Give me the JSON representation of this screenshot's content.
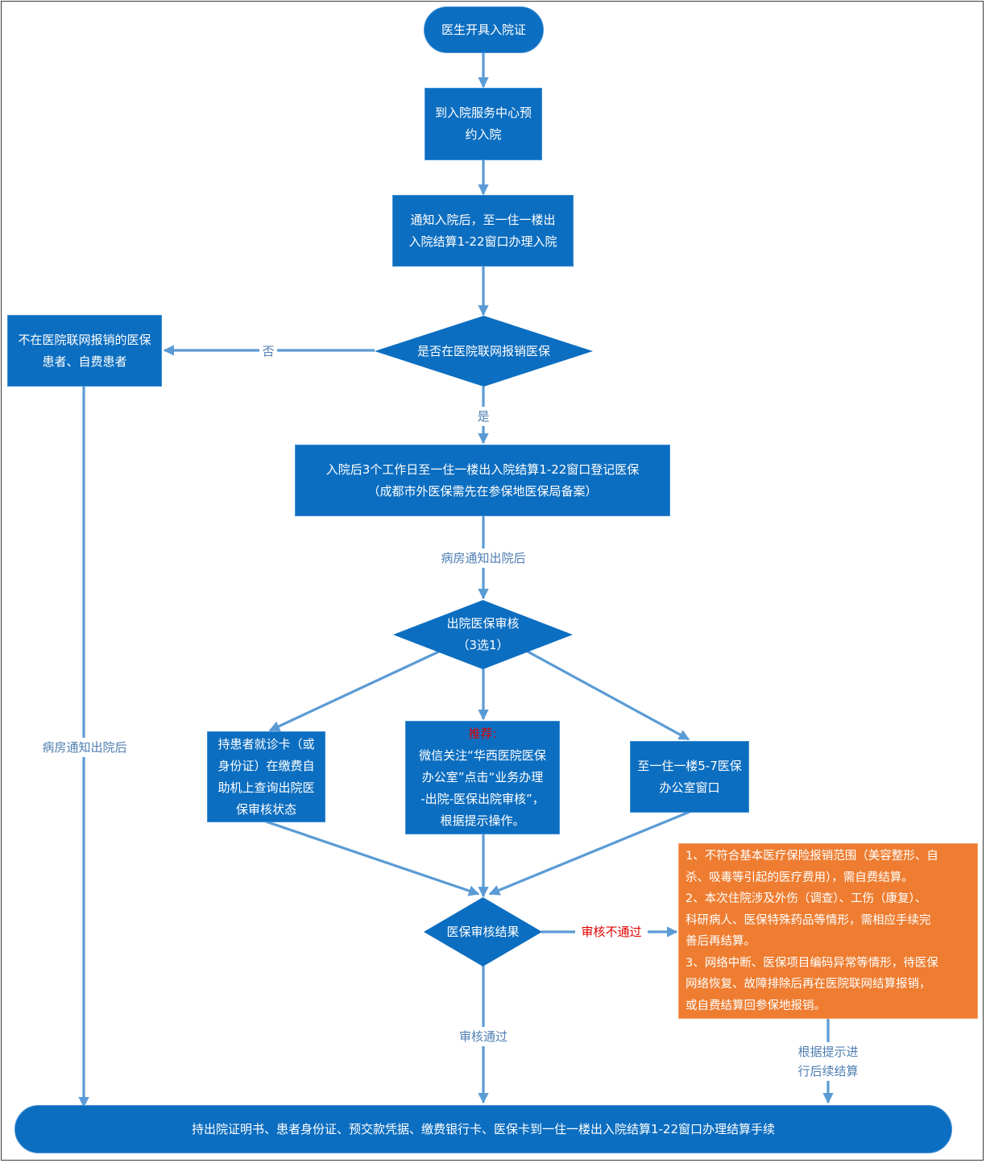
{
  "nodes": {
    "start": "医生开具入院证",
    "reserve": [
      "到入院服务中心预",
      "约入院"
    ],
    "admit": [
      "通知入院后，至一住一楼出",
      "入院结算1-22窗口办理入院"
    ],
    "decision_network": "是否在医院联网报销医保",
    "not_network": [
      "不在医院联网报销的医保",
      "患者、自费患者"
    ],
    "register": [
      "入院后3个工作日至一住一楼出入院结算1-22窗口登记医保",
      "（成都市外医保需先在参保地医保局备案）"
    ],
    "audit": [
      "出院医保审核",
      "（3选1）"
    ],
    "option_card": [
      "持患者就诊卡（或",
      "身份证）在缴费自",
      "助机上查询出院医",
      "保审核状态"
    ],
    "option_wechat_tag": "推荐:",
    "option_wechat": [
      "微信关注“华西医院医保",
      "办公室”点击“业务办理",
      "-出院-医保出院审核”，",
      "根据提示操作。"
    ],
    "option_window": [
      "至一住一楼5-7医保",
      "办公室窗口"
    ],
    "result": "医保审核结果",
    "fail_notes": [
      "1、不符合基本医疗保险报销范围（美容整形、自",
      "杀、吸毒等引起的医疗费用），需自费结算。",
      "2、本次住院涉及外伤（调查）、工伤（康复）、",
      "科研病人、医保特殊药品等情形，需相应手续完",
      "善后再结算。",
      "3、网络中断、医保项目编码异常等情形，待医保",
      "网络恢复、故障排除后再在医院联网结算报销，",
      "或自费结算回参保地报销。"
    ],
    "final": "持出院证明书、患者身份证、预交款凭据、缴费银行卡、医保卡到一住一楼出入院结算1-22窗口办理结算手续"
  },
  "edge_labels": {
    "no": "否",
    "yes": "是",
    "ward_notice": "病房通知出院后",
    "ward_notice_left": "病房通知出院后",
    "fail": "审核不通过",
    "pass": "审核通过",
    "follow_up": [
      "根据提示进",
      "行后续结算"
    ]
  },
  "colors": {
    "node_fill": "#0c6ec0",
    "edge": "#5b9bd5",
    "note_fill": "#ee7d31",
    "highlight": "#e00000"
  }
}
